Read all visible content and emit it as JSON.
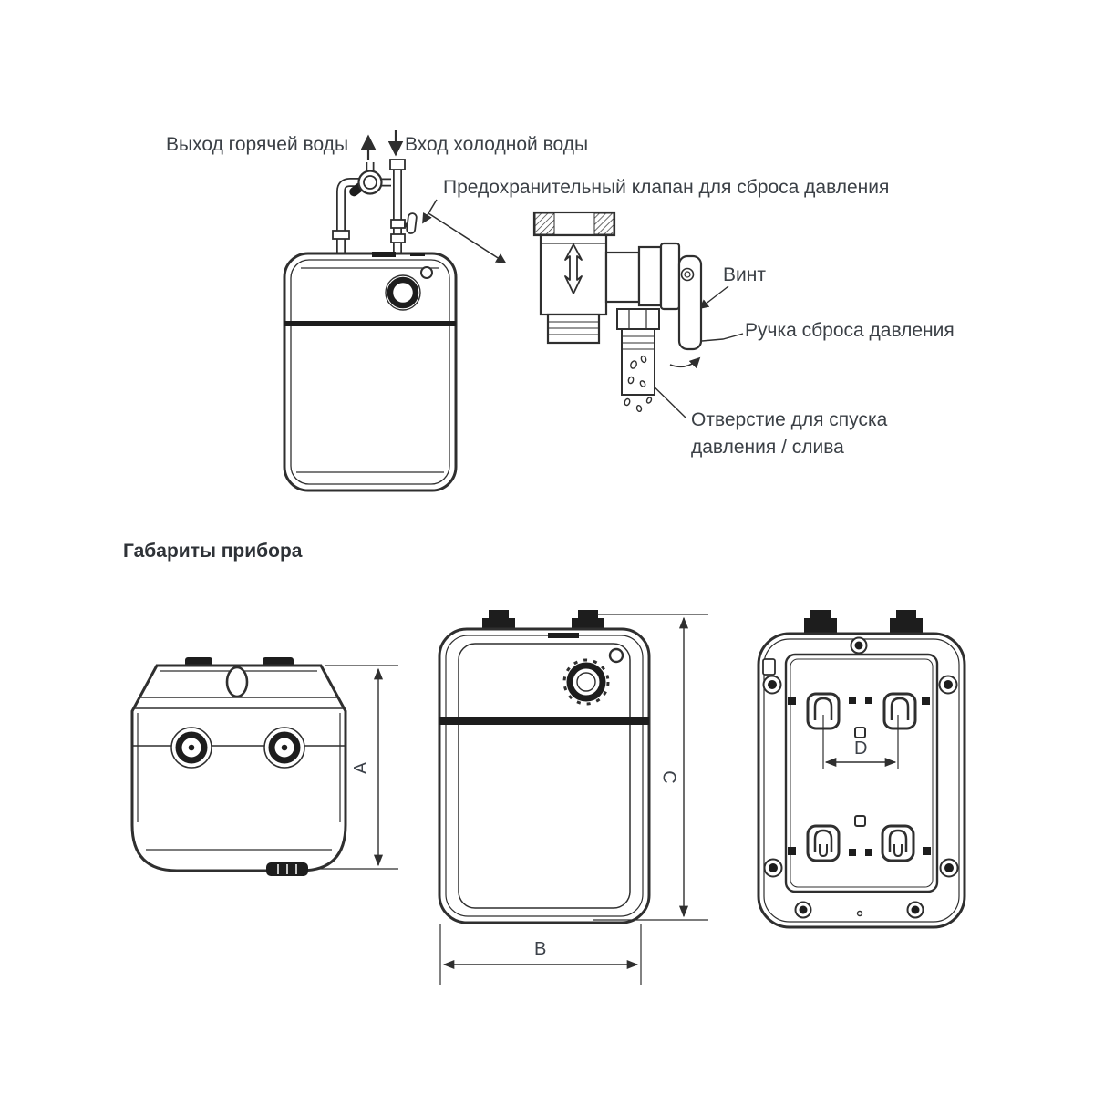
{
  "colors": {
    "line": "#2f2f2f",
    "text": "#3b4046",
    "heading": "#2e3237"
  },
  "top_diagram": {
    "hot_water_label": "Выход горячей воды",
    "cold_water_label": "Вход холодной воды",
    "safety_valve_label": "Предохранительный клапан для сброса давления",
    "screw_label": "Винт",
    "handle_label": "Ручка сброса давления",
    "drain_label": "Отверстие для спуска\nдавления / слива"
  },
  "dimensions_section": {
    "heading": "Габариты прибора",
    "dim_a": "A",
    "dim_b": "B",
    "dim_c": "C",
    "dim_d": "D"
  }
}
